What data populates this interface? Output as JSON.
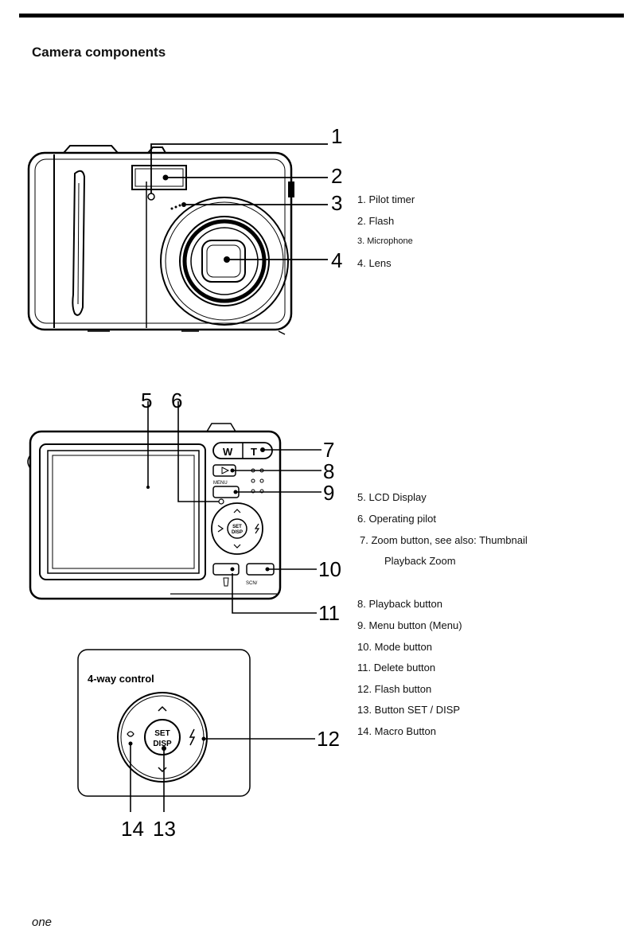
{
  "page": {
    "title": "Camera components",
    "footer": "one"
  },
  "front_view": {
    "callouts": [
      "1",
      "2",
      "3",
      "4"
    ],
    "legend": [
      "1. Pilot timer",
      "2. Flash",
      "3. Microphone",
      "4. Lens"
    ]
  },
  "back_view": {
    "callouts": [
      "5",
      "6",
      "7",
      "8",
      "9",
      "10",
      "11"
    ],
    "zoom_wide_label": "W",
    "zoom_tele_label": "T",
    "menu_label": "MENU",
    "set_label": "SET",
    "disp_label": "DISP",
    "mode_label": "SCN/",
    "legend": {
      "lcd": "5. LCD Display",
      "operating_pilot": "6. Operating pilot",
      "zoom": "7. Zoom button, see also: Thumbnail",
      "zoom_cont": "Playback Zoom",
      "playback": "8. Playback button",
      "menu": "9. Menu button (Menu)",
      "mode": "10. Mode button",
      "delete": "11. Delete button",
      "flash": "12. Flash button",
      "set_disp": "13. Button SET / DISP",
      "macro": "14. Macro Button"
    }
  },
  "four_way": {
    "title": "4-way control",
    "callouts": [
      "12",
      "14",
      "13"
    ],
    "set_label": "SET",
    "disp_label": "DISP"
  }
}
